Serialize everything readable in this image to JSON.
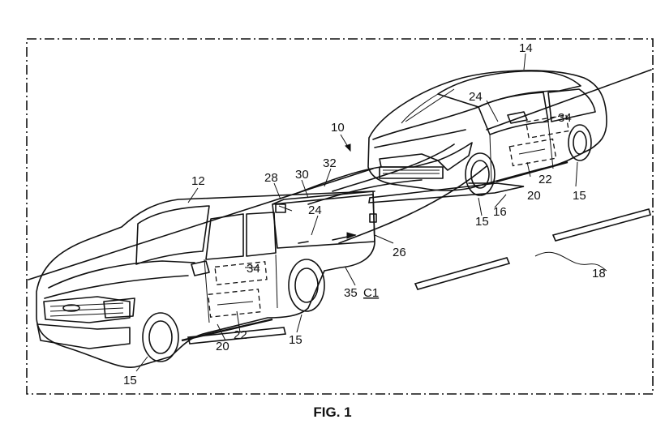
{
  "figure": {
    "caption": "FIG. 1",
    "labels": {
      "system": "10",
      "tow_vehicle": "12",
      "towed_vehicle": "14",
      "wheel_a": "15",
      "wheel_b": "15",
      "wheel_c": "15",
      "wheel_d": "15",
      "tow_bar": "16",
      "roadway": "18",
      "sensor_a": "20",
      "sensor_b": "20",
      "module_a": "22",
      "module_b": "22",
      "light_a": "24",
      "light_b": "24",
      "tether": "26",
      "bed_item": "28",
      "camera": "30",
      "connector": "32",
      "controller_a": "34",
      "controller_b": "34",
      "hitch": "35",
      "condition": "C1"
    }
  }
}
